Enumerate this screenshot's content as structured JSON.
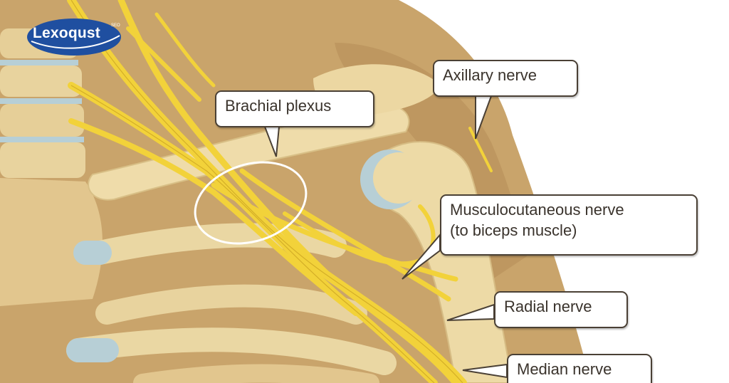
{
  "brand": {
    "logo_text": "Lexoqust",
    "logo_mark": "SEO"
  },
  "labels": {
    "brachial_plexus": "Brachial plexus",
    "axillary_nerve": "Axillary nerve",
    "musculocutaneous_line1": "Musculocutaneous nerve",
    "musculocutaneous_line2": "(to biceps muscle)",
    "radial_nerve": "Radial nerve",
    "median_nerve": "Median nerve"
  },
  "colors": {
    "background_tan": "#c9a46b",
    "bone": "#efdcaa",
    "cartilage": "#b7cfd6",
    "nerve": "#f2d23a",
    "muscle_shadow": "#a98450",
    "callout_border": "#4a4035",
    "logo_blue": "#1f4fa0"
  }
}
